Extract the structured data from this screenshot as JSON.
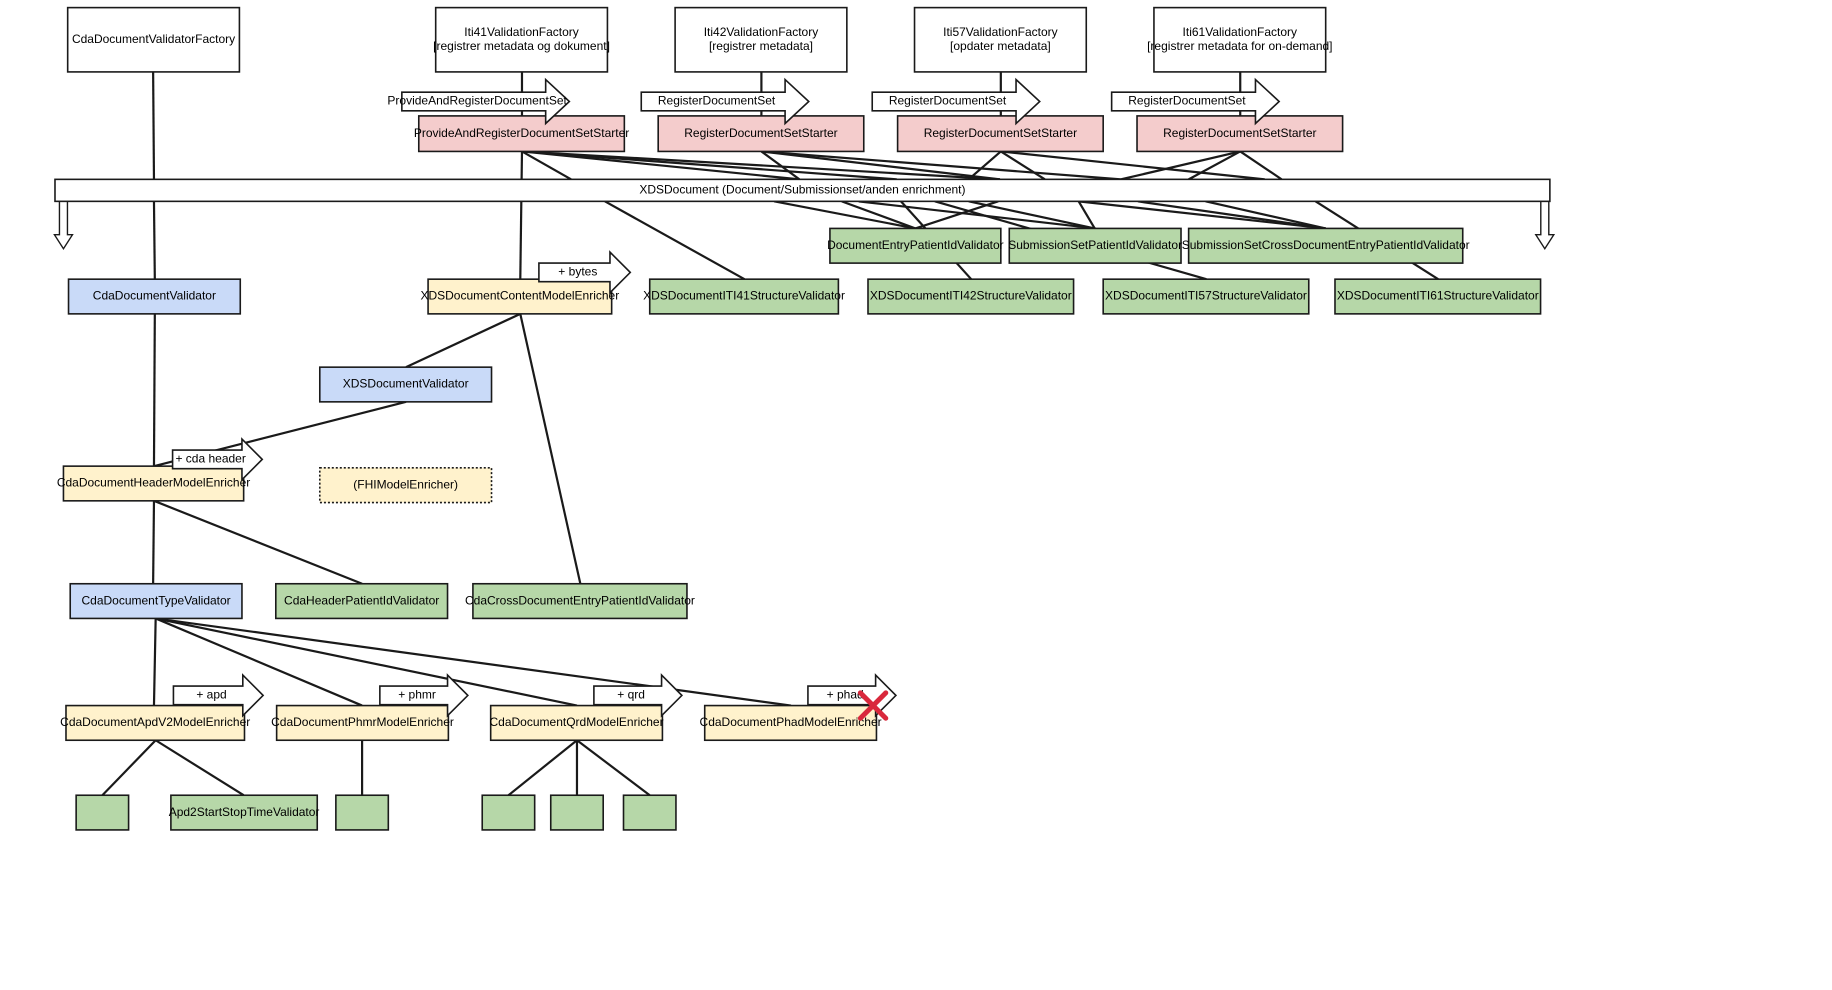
{
  "colors": {
    "factory": "#ffffff",
    "starter": "#f4cccc",
    "validator_blue": "#c9daf8",
    "enricher": "#fff2cc",
    "validator_green": "#b6d7a8",
    "stroke": "#1a1a1a",
    "cross_mark": "#d9283c"
  },
  "nodes": {
    "cda_factory": {
      "lines": [
        "CdaDocumentValidatorFactory"
      ]
    },
    "iti41_factory": {
      "lines": [
        "Iti41ValidationFactory",
        "[registrer metadata og dokument]"
      ]
    },
    "iti42_factory": {
      "lines": [
        "Iti42ValidationFactory",
        "[registrer metadata]"
      ]
    },
    "iti57_factory": {
      "lines": [
        "Iti57ValidationFactory",
        "[opdater metadata]"
      ]
    },
    "iti61_factory": {
      "lines": [
        "Iti61ValidationFactory",
        "[registrer metadata for on-demand]"
      ]
    },
    "pnr_starter": {
      "lines": [
        "ProvideAndRegisterDocumentSetStarter"
      ]
    },
    "reg_starter_42": {
      "lines": [
        "RegisterDocumentSetStarter"
      ]
    },
    "reg_starter_57": {
      "lines": [
        "RegisterDocumentSetStarter"
      ]
    },
    "reg_starter_61": {
      "lines": [
        "RegisterDocumentSetStarter"
      ]
    },
    "xds_bar": {
      "lines": [
        "XDSDocument (Document/Submissionset/anden enrichment)"
      ]
    },
    "entry_patient": {
      "lines": [
        "DocumentEntryPatientIdValidator"
      ]
    },
    "subset_patient": {
      "lines": [
        "SubmissionSetPatientIdValidator"
      ]
    },
    "subset_cross": {
      "lines": [
        "SubmissionSetCrossDocumentEntryPatientIdValidator"
      ]
    },
    "cda_validator": {
      "lines": [
        "CdaDocumentValidator"
      ]
    },
    "content_enricher": {
      "lines": [
        "XDSDocumentContentModelEnricher"
      ]
    },
    "iti41_struct": {
      "lines": [
        "XDSDocumentITI41StructureValidator"
      ]
    },
    "iti42_struct": {
      "lines": [
        "XDSDocumentITI42StructureValidator"
      ]
    },
    "iti57_struct": {
      "lines": [
        "XDSDocumentITI57StructureValidator"
      ]
    },
    "iti61_struct": {
      "lines": [
        "XDSDocumentITI61StructureValidator"
      ]
    },
    "xds_validator": {
      "lines": [
        "XDSDocumentValidator"
      ]
    },
    "header_enricher": {
      "lines": [
        "CdaDocumentHeaderModelEnricher"
      ]
    },
    "fhi_enricher": {
      "lines": [
        "(FHIModelEnricher)"
      ]
    },
    "type_validator": {
      "lines": [
        "CdaDocumentTypeValidator"
      ]
    },
    "header_patient": {
      "lines": [
        "CdaHeaderPatientIdValidator"
      ]
    },
    "cda_cross": {
      "lines": [
        "CdaCrossDocumentEntryPatientIdValidator"
      ]
    },
    "apd_enricher": {
      "lines": [
        "CdaDocumentApdV2ModelEnricher"
      ]
    },
    "phmr_enricher": {
      "lines": [
        "CdaDocumentPhmrModelEnricher"
      ]
    },
    "qrd_enricher": {
      "lines": [
        "CdaDocumentQrdModelEnricher"
      ]
    },
    "phad_enricher": {
      "lines": [
        "CdaDocumentPhadModelEnricher"
      ]
    },
    "apd_leaf_blank": {
      "lines": []
    },
    "apd_startstop": {
      "lines": [
        "Apd2StartStopTimeValidator"
      ]
    },
    "phmr_leaf_blank": {
      "lines": []
    },
    "qrd_leaf_1": {
      "lines": []
    },
    "qrd_leaf_2": {
      "lines": []
    },
    "qrd_leaf_3": {
      "lines": []
    }
  },
  "arrows": {
    "pnr_set": "ProvideAndRegisterDocumentSet",
    "reg_set_42": "RegisterDocumentSet",
    "reg_set_57": "RegisterDocumentSet",
    "reg_set_61": "RegisterDocumentSet",
    "bytes": "+ bytes",
    "cda_header": "+ cda header",
    "apd": "+ apd",
    "phmr": "+ phmr",
    "qrd": "+ qrd",
    "phad": "+ phad"
  }
}
